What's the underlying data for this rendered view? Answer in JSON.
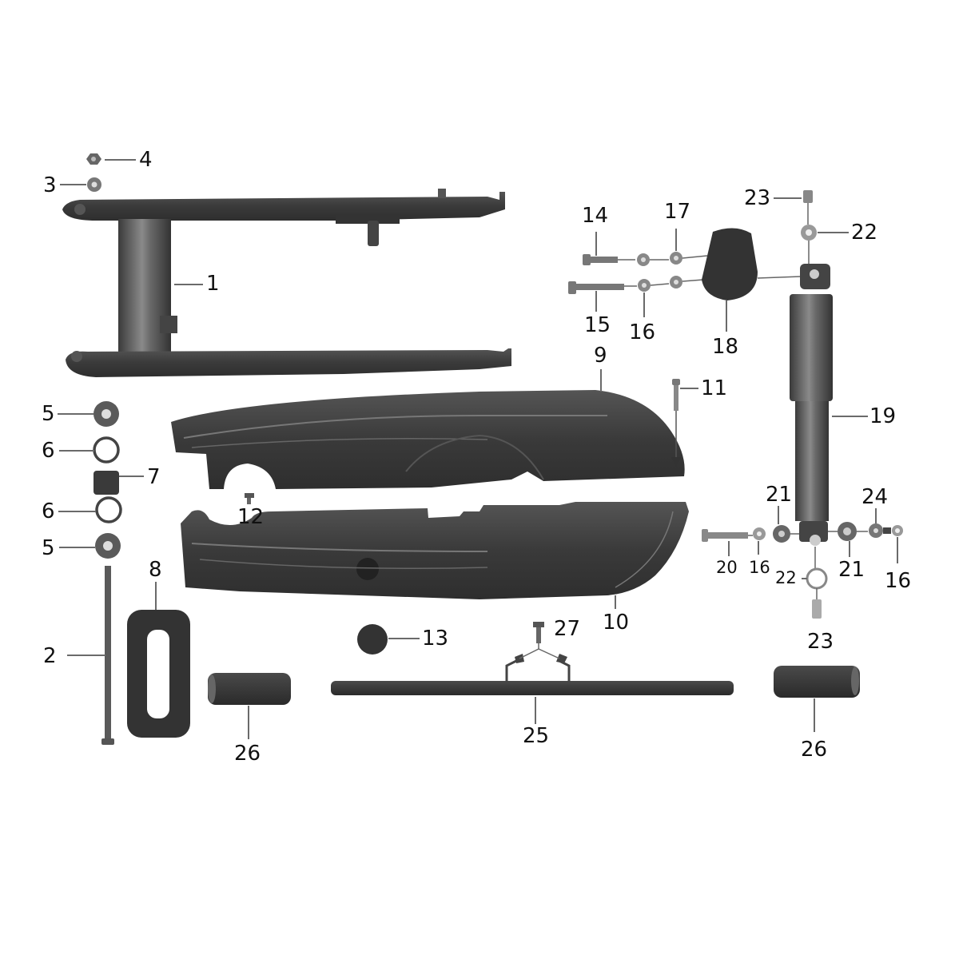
{
  "diagram": {
    "type": "exploded-parts-diagram",
    "subject": "rear swing arm, chain guard and shock absorber assembly",
    "colors": {
      "background": "#ffffff",
      "part_dark": "#3a3a3a",
      "part_mid": "#5a5a5a",
      "leader_line": "#6a6a6a",
      "label_text": "#111111"
    }
  },
  "callouts": [
    {
      "id": "c1",
      "number": "1",
      "part": "swing arm"
    },
    {
      "id": "c2",
      "number": "2",
      "part": "pivot bolt"
    },
    {
      "id": "c3",
      "number": "3",
      "part": "washer"
    },
    {
      "id": "c4",
      "number": "4",
      "part": "nut"
    },
    {
      "id": "c5a",
      "number": "5",
      "part": "bushing cap (upper)"
    },
    {
      "id": "c6a",
      "number": "6",
      "part": "o-ring (upper)"
    },
    {
      "id": "c7",
      "number": "7",
      "part": "spacer sleeve"
    },
    {
      "id": "c6b",
      "number": "6",
      "part": "o-ring (lower)"
    },
    {
      "id": "c5b",
      "number": "5",
      "part": "bushing cap (lower)"
    },
    {
      "id": "c8",
      "number": "8",
      "part": "rubber grommet"
    },
    {
      "id": "c9",
      "number": "9",
      "part": "chain guard upper half"
    },
    {
      "id": "c10",
      "number": "10",
      "part": "chain guard lower half"
    },
    {
      "id": "c11",
      "number": "11",
      "part": "screw"
    },
    {
      "id": "c12",
      "number": "12",
      "part": "screw"
    },
    {
      "id": "c13",
      "number": "13",
      "part": "rubber plug"
    },
    {
      "id": "c14",
      "number": "14",
      "part": "bolt (short)"
    },
    {
      "id": "c15",
      "number": "15",
      "part": "bolt (long)"
    },
    {
      "id": "c16a",
      "number": "16",
      "part": "washer"
    },
    {
      "id": "c17",
      "number": "17",
      "part": "nut"
    },
    {
      "id": "c18",
      "number": "18",
      "part": "bracket"
    },
    {
      "id": "c19",
      "number": "19",
      "part": "shock absorber"
    },
    {
      "id": "c20",
      "number": "20",
      "part": "bolt"
    },
    {
      "id": "c16b",
      "number": "16",
      "part": "washer"
    },
    {
      "id": "c21a",
      "number": "21",
      "part": "rubber bush"
    },
    {
      "id": "c21b",
      "number": "21",
      "part": "rubber bush"
    },
    {
      "id": "c24",
      "number": "24",
      "part": "nut"
    },
    {
      "id": "c16c",
      "number": "16",
      "part": "washer"
    },
    {
      "id": "c22a",
      "number": "22",
      "part": "rubber bush (top)"
    },
    {
      "id": "c23a",
      "number": "23",
      "part": "sleeve (top)"
    },
    {
      "id": "c22b",
      "number": "22",
      "part": "rubber bush (bottom)"
    },
    {
      "id": "c23b",
      "number": "23",
      "part": "sleeve (bottom)"
    },
    {
      "id": "c25",
      "number": "25",
      "part": "footrest bar"
    },
    {
      "id": "c26a",
      "number": "26",
      "part": "footrest rubber (left)"
    },
    {
      "id": "c26b",
      "number": "26",
      "part": "footrest rubber (right)"
    },
    {
      "id": "c27",
      "number": "27",
      "part": "bolt"
    }
  ],
  "labels": {
    "l1": "1",
    "l2": "2",
    "l3": "3",
    "l4": "4",
    "l5a": "5",
    "l6a": "6",
    "l7": "7",
    "l6b": "6",
    "l5b": "5",
    "l8": "8",
    "l9": "9",
    "l10": "10",
    "l11": "11",
    "l12": "12",
    "l13": "13",
    "l14": "14",
    "l15": "15",
    "l16a": "16",
    "l17": "17",
    "l18": "18",
    "l19": "19",
    "l20": "20",
    "l16b": "16",
    "l21a": "21",
    "l21b": "21",
    "l24": "24",
    "l16c": "16",
    "l22a": "22",
    "l23a": "23",
    "l22b": "22",
    "l23b": "23",
    "l25": "25",
    "l26a": "26",
    "l26b": "26",
    "l27": "27"
  }
}
